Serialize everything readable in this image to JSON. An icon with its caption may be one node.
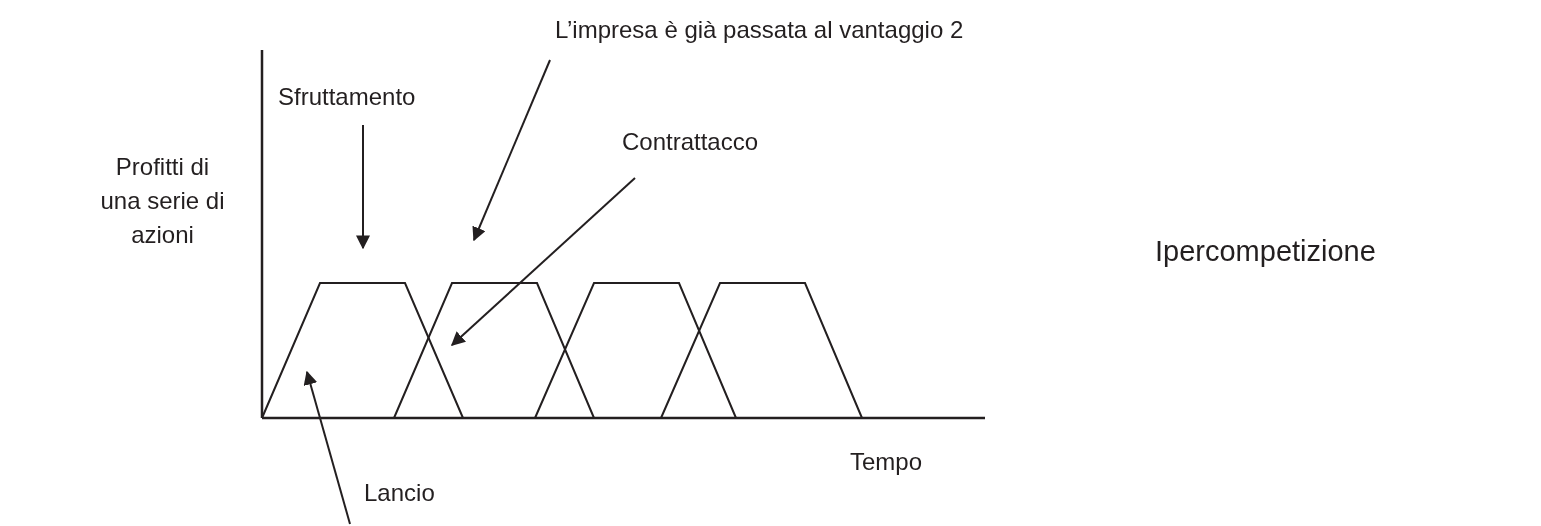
{
  "diagram": {
    "nodes": [
      {
        "text": [
          "Sfruttamento"
        ]
      },
      {
        "text": [
          "L’impresa è già passata al vantaggio 2"
        ]
      },
      {
        "text": [
          "Contrattacco"
        ]
      },
      {
        "text": [
          "Lancio"
        ]
      }
    ],
    "edges": [
      {
        "from": 0,
        "to": null,
        "arrow": "to"
      },
      {
        "from": 1,
        "to": null,
        "arrow": "to"
      },
      {
        "from": 2,
        "to": null,
        "arrow": "to"
      },
      {
        "from": 3,
        "to": null,
        "arrow": "to"
      }
    ],
    "labels": [
      "Profitti di una serie di azioni",
      "Ipercompetizione",
      "Tempo"
    ]
  }
}
